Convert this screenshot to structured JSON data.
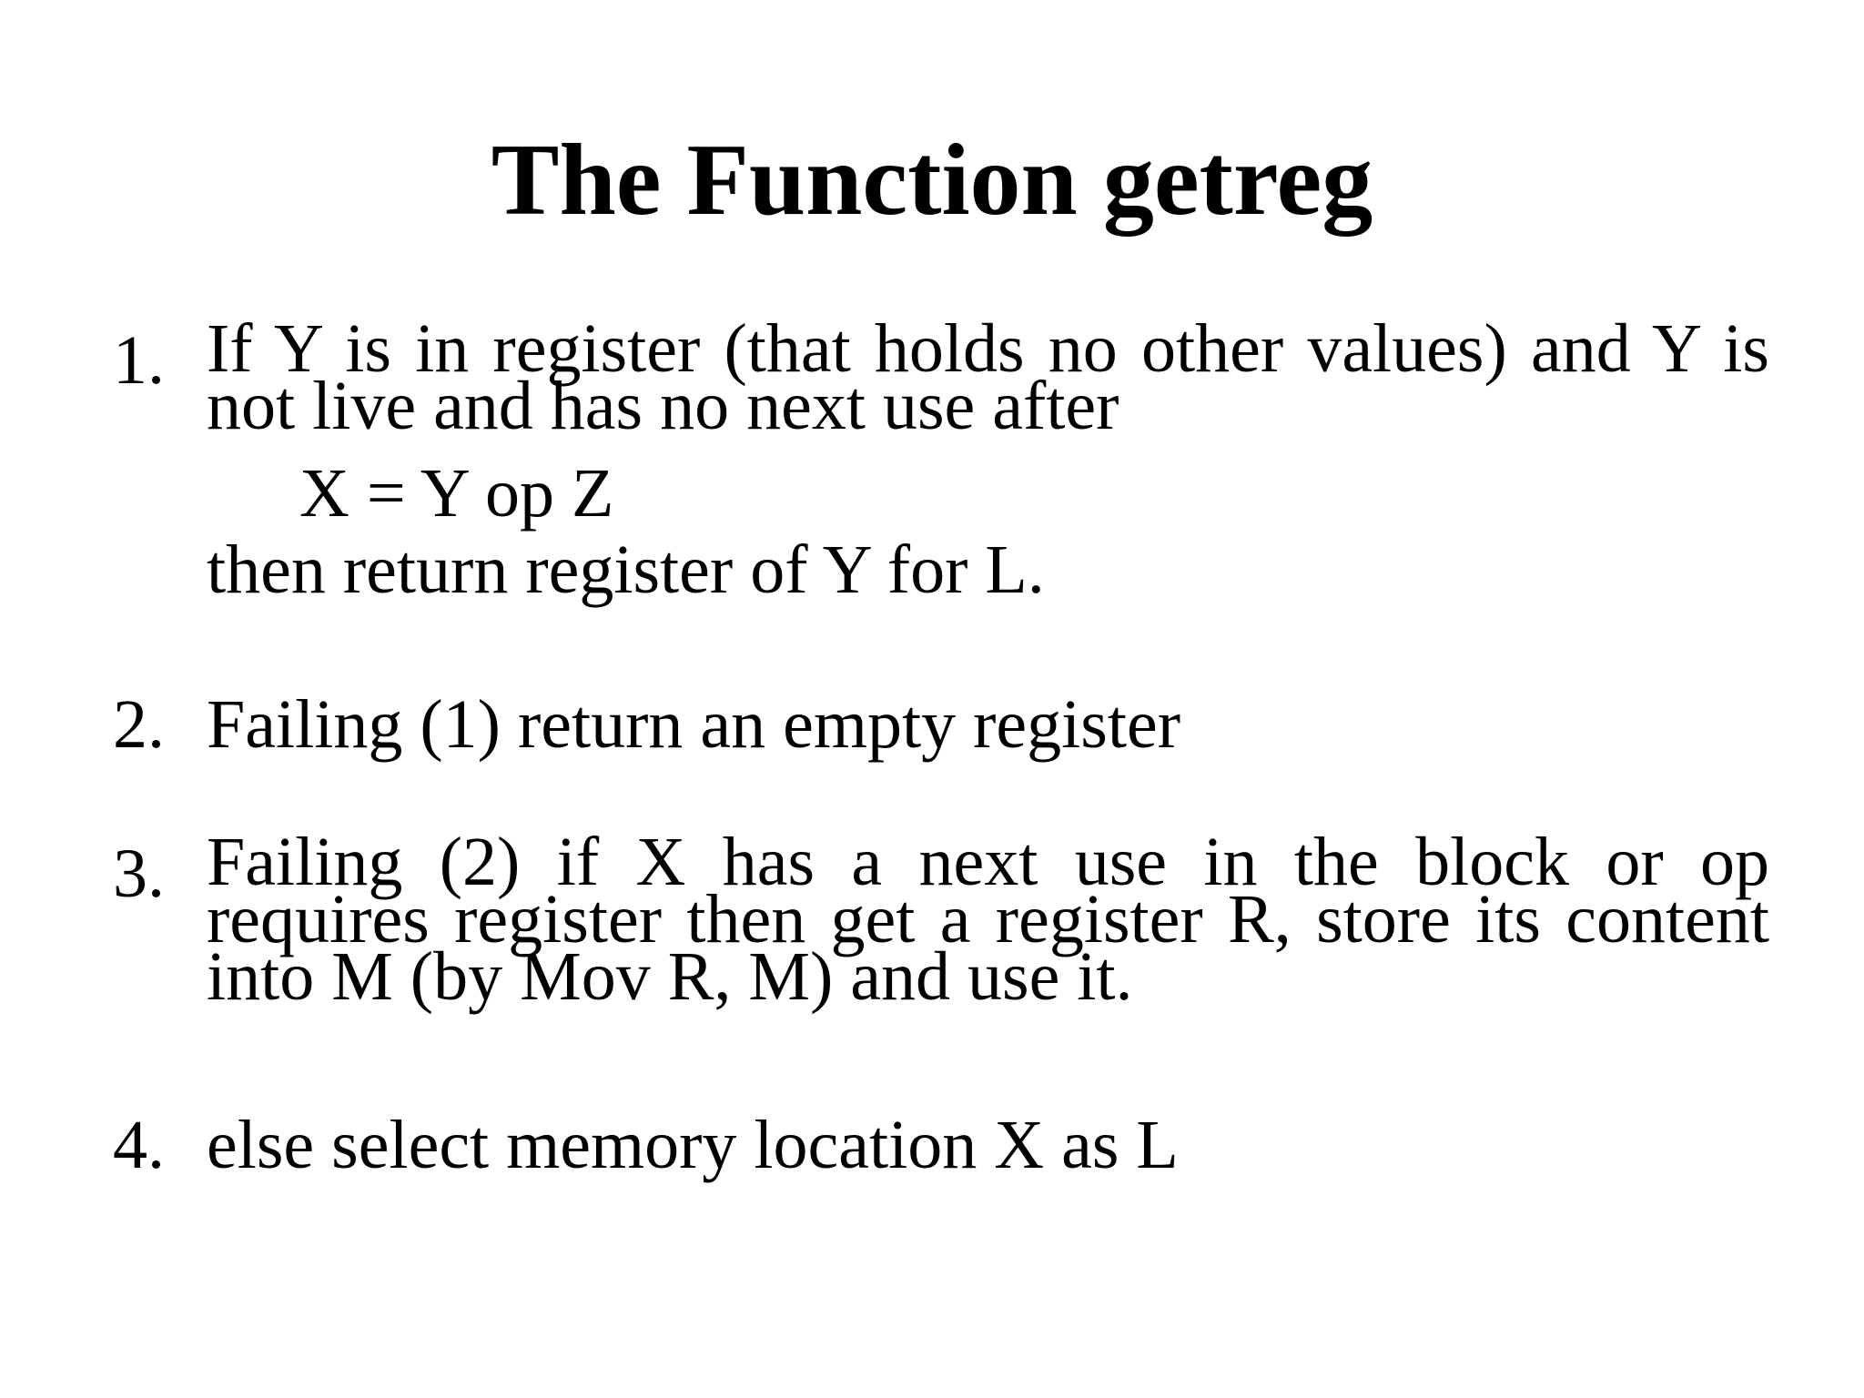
{
  "slide": {
    "title": "The Function getreg",
    "items": [
      {
        "number": "1.",
        "lines": [
          "If Y is in register (that holds no other values) and Y is",
          "not live and has no next use after"
        ],
        "expression": "X = Y op Z",
        "conclusion": "then return register of Y for L."
      },
      {
        "number": "2.",
        "text": "Failing (1) return an empty register"
      },
      {
        "number": "3.",
        "lines": [
          "Failing (2) if X has a next use in the block or op",
          "requires register then get a register R, store its content",
          "into M (by Mov R, M) and use it."
        ]
      },
      {
        "number": "4.",
        "text": "else select memory location X as L"
      }
    ]
  }
}
